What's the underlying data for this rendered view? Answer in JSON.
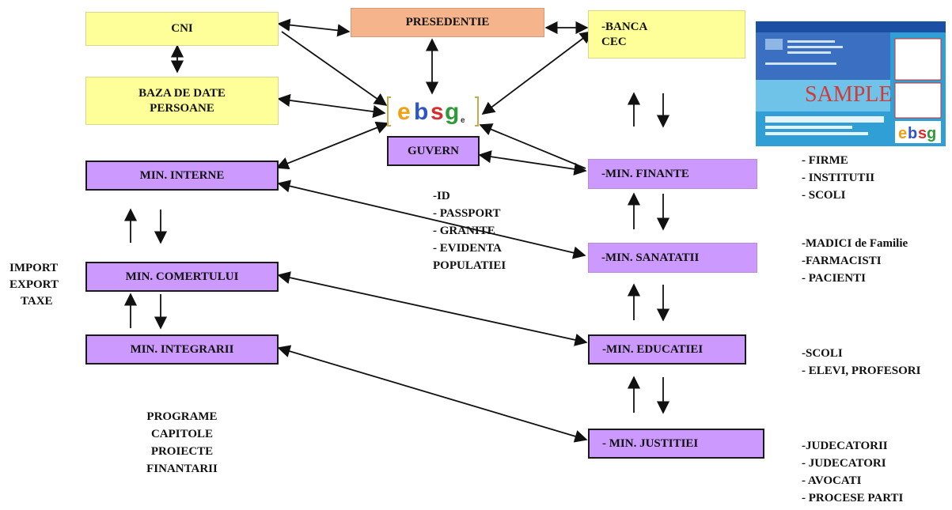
{
  "boxes": {
    "cni": "CNI",
    "presedentie": "PRESEDENTIE",
    "banca": "-BANCA\nCEC",
    "baza": "BAZA DE DATE\nPERSOANE",
    "guvern": "GUVERN",
    "min_interne": "MIN. INTERNE",
    "min_finante": "-MIN. FINANTE",
    "min_comertului": "MIN. COMERTULUI",
    "min_sanatatii": "-MIN. SANATATII",
    "min_integrarii": "MIN. INTEGRARII",
    "min_educatiei": "-MIN. EDUCATIEI",
    "min_justitiei": "- MIN.  JUSTITIEI"
  },
  "logo": {
    "text": "ebsg"
  },
  "id_card": {
    "sample": "SAMPLE",
    "colors": {
      "card": "#2f9fd6",
      "top_band": "#1b4fa3",
      "sample": "#d23a3a"
    }
  },
  "lists": {
    "id_list": [
      "-ID",
      "- PASSPORT",
      "- GRANITE",
      "- EVIDENTA",
      "POPULATIEI"
    ],
    "import_export": [
      "IMPORT",
      "EXPORT",
      "TAXE"
    ],
    "programe": [
      "PROGRAME",
      "CAPITOLE",
      "PROIECTE",
      "FINANTARII"
    ],
    "finante_list": [
      "- FIRME",
      "- INSTITUTII",
      "- SCOLI"
    ],
    "sanatatii_list": [
      "-MADICI de Familie",
      "-FARMACISTI",
      "- PACIENTI"
    ],
    "educatiei_list": [
      "-SCOLI",
      "- ELEVI, PROFESORI"
    ],
    "justitiei_list": [
      "-JUDECATORII",
      "- JUDECATORI",
      "- AVOCATI",
      "- PROCESE PARTI"
    ]
  },
  "colors": {
    "yellow": "#ffff99",
    "orange": "#f5b48c",
    "purple": "#cc99ff",
    "arrow": "#111111"
  }
}
